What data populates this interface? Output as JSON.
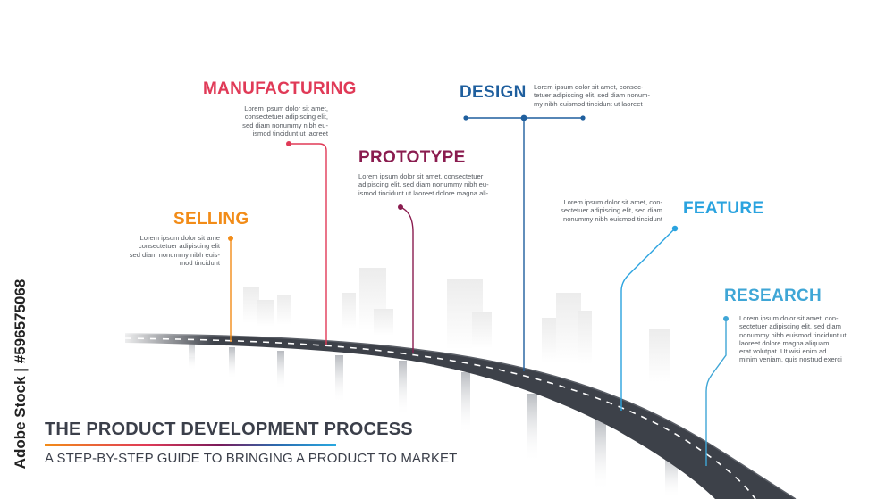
{
  "colors": {
    "selling": "#f28c18",
    "manufacturing": "#e03a57",
    "prototype": "#8a1c4f",
    "design": "#1f5f9e",
    "feature": "#2aa3df",
    "research": "#3fa6d6",
    "road": "#3d4149",
    "text": "#555a60"
  },
  "stages": {
    "selling": {
      "label": "SELLING",
      "body": "Lorem ipsum dolor sit ame\nconsectetuer adipiscing elit\nsed diam nonummy nibh euis-\nmod tincidunt"
    },
    "manufacturing": {
      "label": "MANUFACTURING",
      "body": "Lorem ipsum dolor sit amet,\nconsectetuer adipiscing elit,\nsed diam nonummy nibh eu-\nismod tincidunt ut laoreet"
    },
    "prototype": {
      "label": "PROTOTYPE",
      "body": "Lorem ipsum dolor sit amet, consectetuer\nadipiscing elit, sed diam nonummy nibh eu-\nismod tincidunt ut laoreet dolore magna ali-"
    },
    "design": {
      "label": "DESIGN",
      "body": "Lorem ipsum dolor sit amet, consec-\ntetuer adipiscing elit, sed diam nonum-\nmy nibh euismod tincidunt ut laoreet"
    },
    "feature": {
      "label": "FEATURE",
      "body": "Lorem ipsum dolor sit amet, con-\nsectetuer adipiscing elit, sed diam\nnonummy nibh euismod tincidunt"
    },
    "research": {
      "label": "RESEARCH",
      "body": "Lorem ipsum dolor sit amet, con-\nsectetuer adipiscing elit, sed diam\nnonummy nibh euismod tincidunt ut\nlaoreet dolore magna aliquam\nerat volutpat. Ut wisi enim ad\nminim veniam, quis nostrud exerci"
    }
  },
  "title": "THE PRODUCT DEVELOPMENT PROCESS",
  "subtitle": "A STEP-BY-STEP GUIDE TO BRINGING A PRODUCT TO MARKET",
  "stock_id": "Adobe Stock | #596575068",
  "watermark": "Adobe Stock"
}
